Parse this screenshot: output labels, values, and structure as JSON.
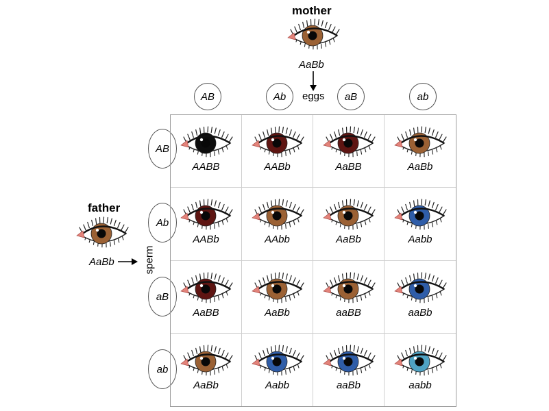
{
  "mother": {
    "label": "mother",
    "genotype": "AaBb",
    "iris": "#9b6134"
  },
  "father": {
    "label": "father",
    "genotype": "AaBb",
    "iris": "#9b6134"
  },
  "eggs_label": "eggs",
  "sperm_label": "sperm",
  "egg_gametes": [
    "AB",
    "Ab",
    "aB",
    "ab"
  ],
  "sperm_gametes": [
    "AB",
    "Ab",
    "aB",
    "ab"
  ],
  "grid": [
    [
      {
        "genotype": "AABB",
        "iris": "#0d0d0d"
      },
      {
        "genotype": "AABb",
        "iris": "#5e1512"
      },
      {
        "genotype": "AaBB",
        "iris": "#5e1512"
      },
      {
        "genotype": "AaBb",
        "iris": "#9b6134"
      }
    ],
    [
      {
        "genotype": "AABb",
        "iris": "#5e1512"
      },
      {
        "genotype": "AAbb",
        "iris": "#9b6134"
      },
      {
        "genotype": "AaBb",
        "iris": "#9b6134"
      },
      {
        "genotype": "Aabb",
        "iris": "#2f5da8"
      }
    ],
    [
      {
        "genotype": "AaBB",
        "iris": "#5e1512"
      },
      {
        "genotype": "AaBb",
        "iris": "#9b6134"
      },
      {
        "genotype": "aaBB",
        "iris": "#9b6134"
      },
      {
        "genotype": "aaBb",
        "iris": "#2f5da8"
      }
    ],
    [
      {
        "genotype": "AaBb",
        "iris": "#9b6134"
      },
      {
        "genotype": "Aabb",
        "iris": "#2f5da8"
      },
      {
        "genotype": "aaBb",
        "iris": "#2f5da8"
      },
      {
        "genotype": "aabb",
        "iris": "#4fa3c4"
      }
    ]
  ]
}
